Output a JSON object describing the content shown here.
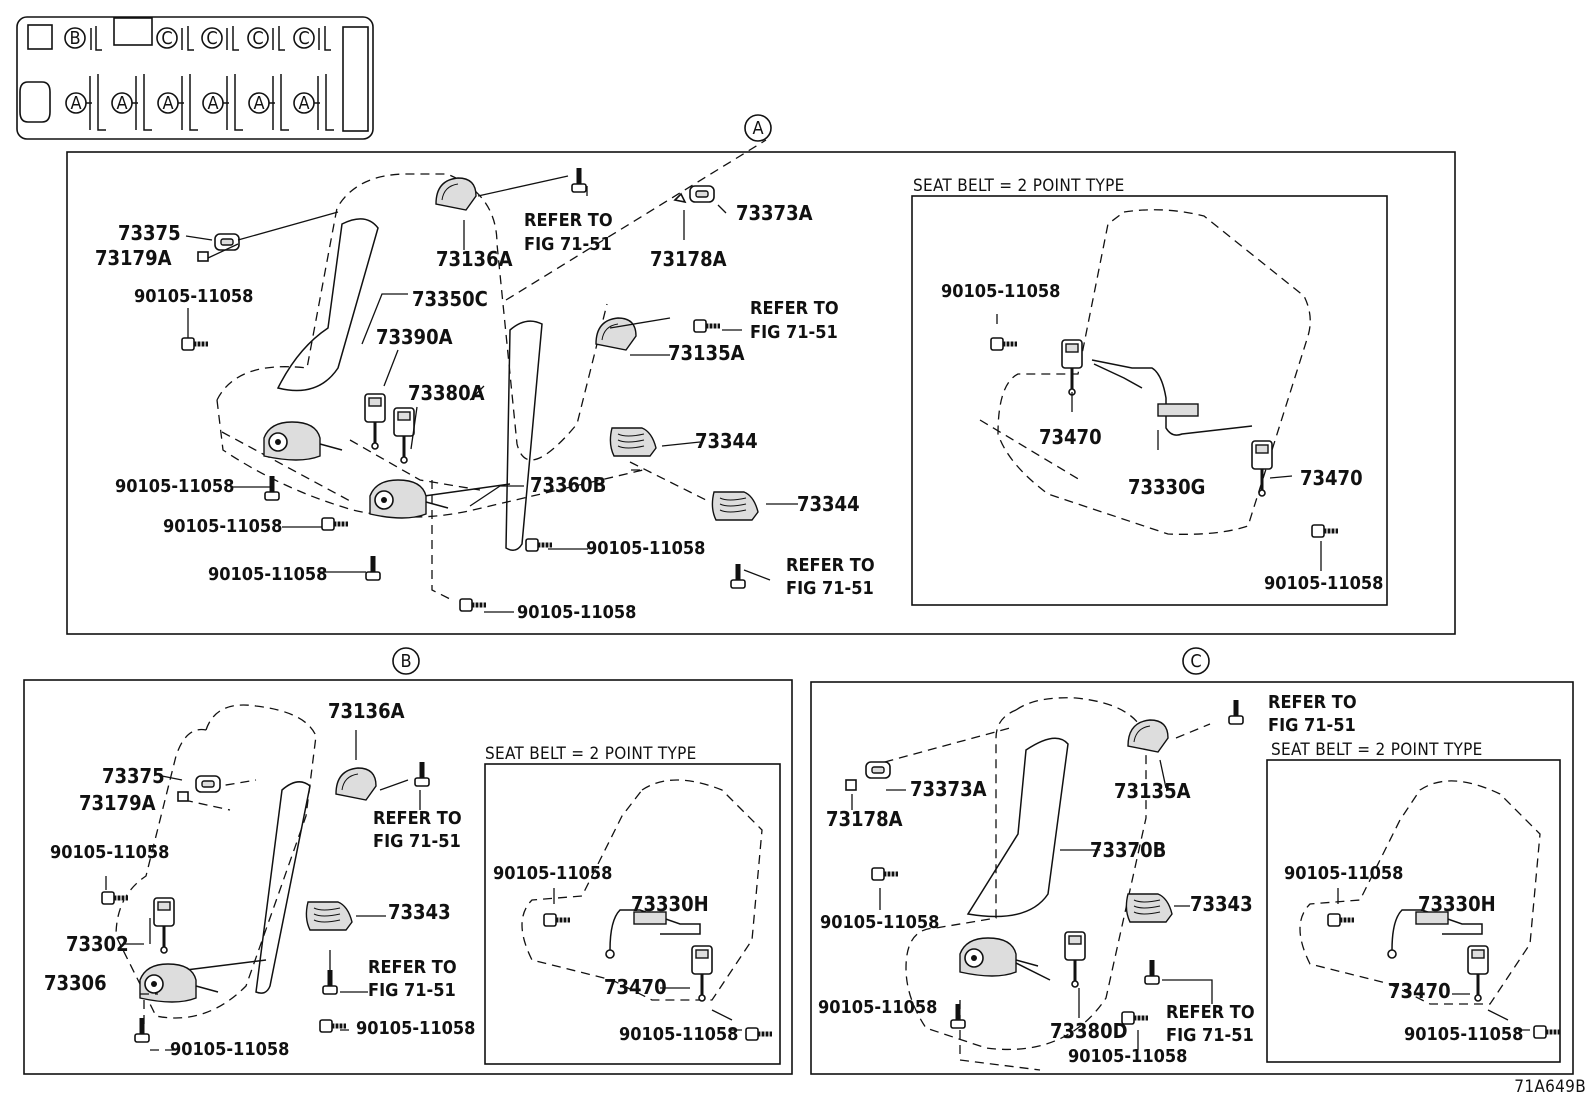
{
  "diagram_code": "71A649B",
  "index_table": {
    "row1": [
      "",
      "B",
      "",
      "C",
      "C",
      "C",
      "C"
    ],
    "row2": [
      "",
      "A",
      "A",
      "A",
      "A",
      "A",
      "A"
    ]
  },
  "sections": {
    "A": {
      "marker": "A",
      "inset_title": "SEAT BELT = 2 POINT TYPE",
      "labels": {
        "p73375": "73375",
        "p73179A": "73179A",
        "bolt_ul": "90105-11058",
        "p73136A": "73136A",
        "ref_top_1": "REFER TO",
        "ref_top_2": "FIG 71-51",
        "p73373A": "73373A",
        "p73178A": "73178A",
        "p73350C": "73350C",
        "p73390A": "73390A",
        "p73380A": "73380A",
        "ref_mid_1": "REFER TO",
        "ref_mid_2": "FIG 71-51",
        "p73135A": "73135A",
        "p73344_1": "73344",
        "p73344_2": "73344",
        "p73360B": "73360B",
        "bolt_l1": "90105-11058",
        "bolt_l2": "90105-11058",
        "bolt_l3": "90105-11058",
        "bolt_mid": "90105-11058",
        "bolt_bot": "90105-11058",
        "ref_bot_1": "REFER TO",
        "ref_bot_2": "FIG 71-51",
        "in_bolt_1": "90105-11058",
        "in_73470_1": "73470",
        "in_73330G": "73330G",
        "in_73470_2": "73470",
        "in_bolt_2": "90105-11058"
      }
    },
    "B": {
      "marker": "B",
      "inset_title": "SEAT BELT = 2 POINT TYPE",
      "labels": {
        "p73136A": "73136A",
        "p73375": "73375",
        "p73179A": "73179A",
        "ref_1": "REFER TO",
        "ref_2": "FIG 71-51",
        "bolt_ul": "90105-11058",
        "p73343": "73343",
        "p73302": "73302",
        "p73306": "73306",
        "ref_b1": "REFER TO",
        "ref_b2": "FIG 71-51",
        "bolt_r": "90105-11058",
        "bolt_b": "90105-11058",
        "in_bolt_1": "90105-11058",
        "in_73330H": "73330H",
        "in_73470": "73470",
        "in_bolt_2": "90105-11058"
      }
    },
    "C": {
      "marker": "C",
      "inset_title": "SEAT BELT = 2 POINT TYPE",
      "labels": {
        "ref_1": "REFER TO",
        "ref_2": "FIG 71-51",
        "p73373A": "73373A",
        "p73135A": "73135A",
        "p73178A": "73178A",
        "p73370B": "73370B",
        "bolt_l": "90105-11058",
        "p73343": "73343",
        "bolt_ll": "90105-11058",
        "p73380D": "73380D",
        "bolt_b": "90105-11058",
        "ref_b1": "REFER TO",
        "ref_b2": "FIG 71-51",
        "in_bolt_1": "90105-11058",
        "in_73330H": "73330H",
        "in_73470": "73470",
        "in_bolt_2": "90105-11058"
      }
    }
  }
}
